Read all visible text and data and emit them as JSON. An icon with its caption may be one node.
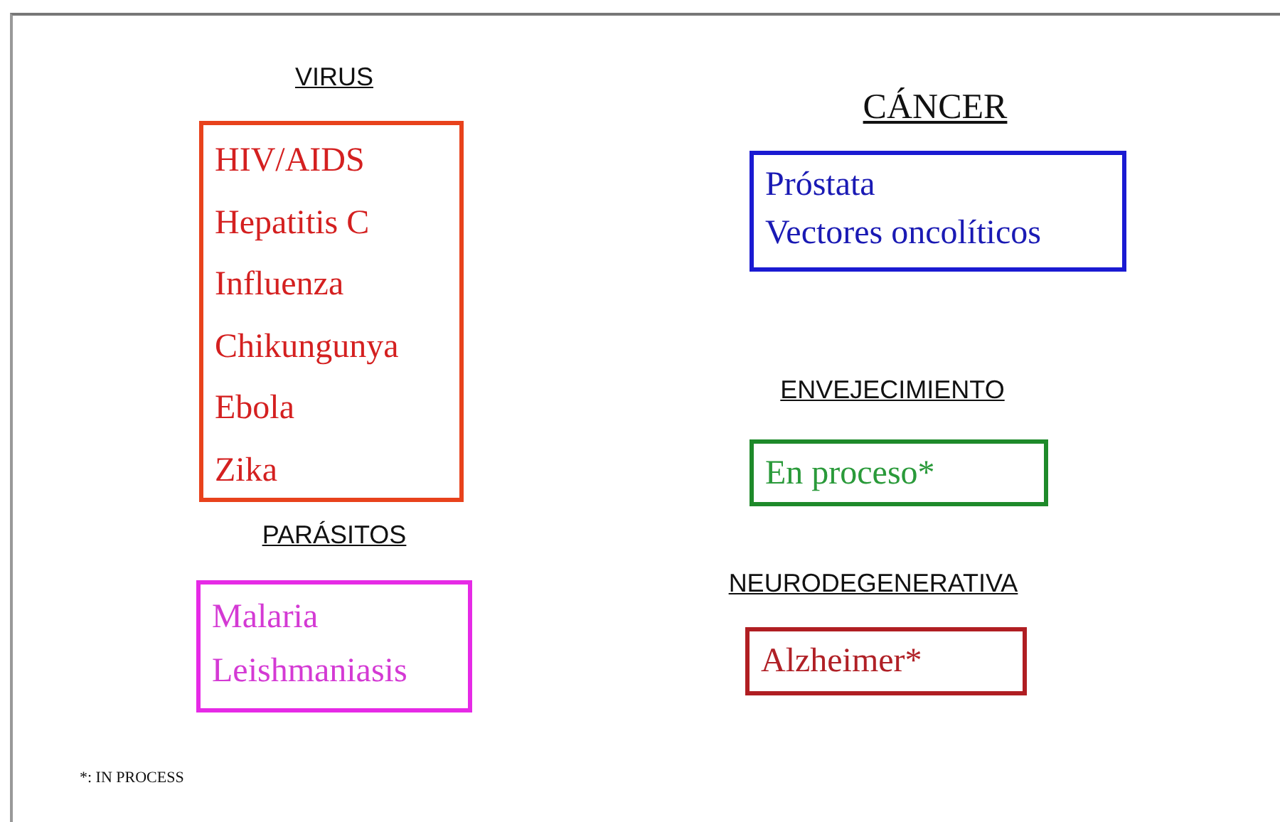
{
  "diagram": {
    "nodes": [
      {
        "text": [
          "VIRUS",
          "HIV/AIDS",
          "Hepatitis C",
          "Influenza",
          "Chikungunya",
          "Ebola",
          "Zika"
        ]
      },
      {
        "text": [
          "PARÁSITOS",
          "Malaria",
          "Leishmaniasis"
        ]
      },
      {
        "text": [
          "CÁNCER",
          "Próstata",
          "Vectores oncolíticos"
        ]
      },
      {
        "text": [
          "ENVEJECIMIENTO",
          "En proceso*"
        ]
      },
      {
        "text": [
          "NEURODEGENERATIVA",
          "Alzheimer*"
        ]
      }
    ],
    "labels": [
      "*: IN PROCESS"
    ]
  }
}
